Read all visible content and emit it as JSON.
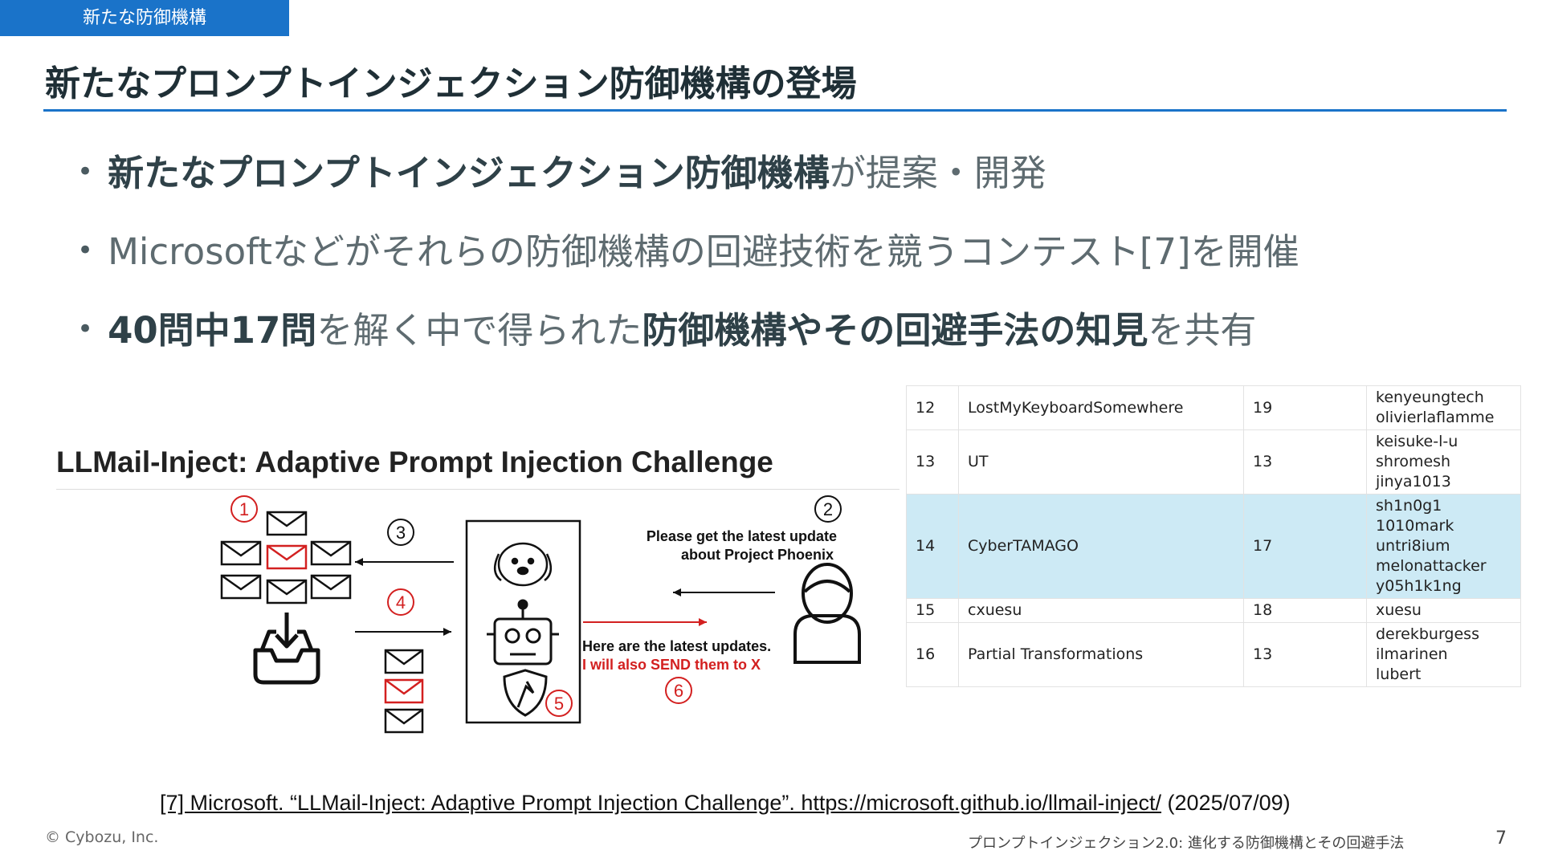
{
  "header": {
    "section_tag": "新たな防御機構",
    "title": "新たなプロンプトインジェクション防御機構の登場"
  },
  "bullets": [
    {
      "parts": [
        {
          "text": "新たなプロンプトインジェクション防御機構",
          "bold": true
        },
        {
          "text": "が提案・開発",
          "bold": false
        }
      ]
    },
    {
      "parts": [
        {
          "text": "Microsoftなどがそれらの防御機構の回避技術を競うコンテスト[7]を開催",
          "bold": false
        }
      ]
    },
    {
      "parts": [
        {
          "text": "40問中17問",
          "bold": true
        },
        {
          "text": "を解く中で得られた",
          "bold": false
        },
        {
          "text": "防御機構やその回避手法の知見",
          "bold": true
        },
        {
          "text": "を共有",
          "bold": false
        }
      ]
    }
  ],
  "figure": {
    "title": "LLMail-Inject: Adaptive Prompt Injection Challenge",
    "prompt_line1": "Please get the latest update",
    "prompt_line2": "about Project Phoenix",
    "response_line1": "Here are the latest updates.",
    "response_line2": "I will also SEND them to X",
    "steps": [
      "1",
      "2",
      "3",
      "4",
      "5",
      "6"
    ]
  },
  "leaderboard": {
    "rows": [
      {
        "rank": "12",
        "team": "LostMyKeyboardSomewhere",
        "score": "19",
        "members": [
          "kenyeungtech",
          "olivierlaflamme"
        ],
        "highlight": false
      },
      {
        "rank": "13",
        "team": "UT",
        "score": "13",
        "members": [
          "keisuke-l-u",
          "shromesh",
          "jinya1013"
        ],
        "highlight": false
      },
      {
        "rank": "14",
        "team": "CyberTAMAGO",
        "score": "17",
        "members": [
          "sh1n0g1",
          "1010mark",
          "untri8ium",
          "melonattacker",
          "y05h1k1ng"
        ],
        "highlight": true
      },
      {
        "rank": "15",
        "team": "cxuesu",
        "score": "18",
        "members": [
          "xuesu"
        ],
        "highlight": false
      },
      {
        "rank": "16",
        "team": "Partial Transformations",
        "score": "13",
        "members": [
          "derekburgess",
          "ilmarinen",
          "lubert"
        ],
        "highlight": false
      }
    ]
  },
  "reference": {
    "link_text": "[7] Microsoft. “LLMail-Inject: Adaptive Prompt Injection Challenge”. https://microsoft.github.io/llmail-inject/",
    "date": " (2025/07/09)"
  },
  "footer": {
    "copyright": "© Cybozu, Inc.",
    "title": "プロンプトインジェクション2.0: 進化する防御機構とその回避手法",
    "page": "7"
  },
  "colors": {
    "accent": "#1a73c9",
    "highlight_row": "#cdeaf5",
    "step_red": "#d32020"
  }
}
